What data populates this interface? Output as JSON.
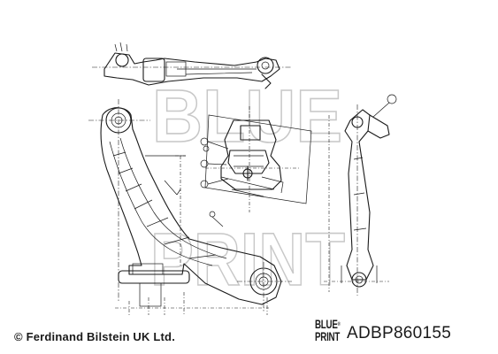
{
  "footer": {
    "copyright": "© Ferdinand Bilstein UK Ltd.",
    "brand_line1": "BLUE",
    "brand_line2": "PRINT",
    "brand_mark": "®",
    "part_number": "ADBP860155"
  },
  "watermark": {
    "line1": "BLUE",
    "line2": "PRINT"
  },
  "colors": {
    "line": "#1a1a1a",
    "watermark": "#c8c8c8",
    "background": "#ffffff"
  }
}
